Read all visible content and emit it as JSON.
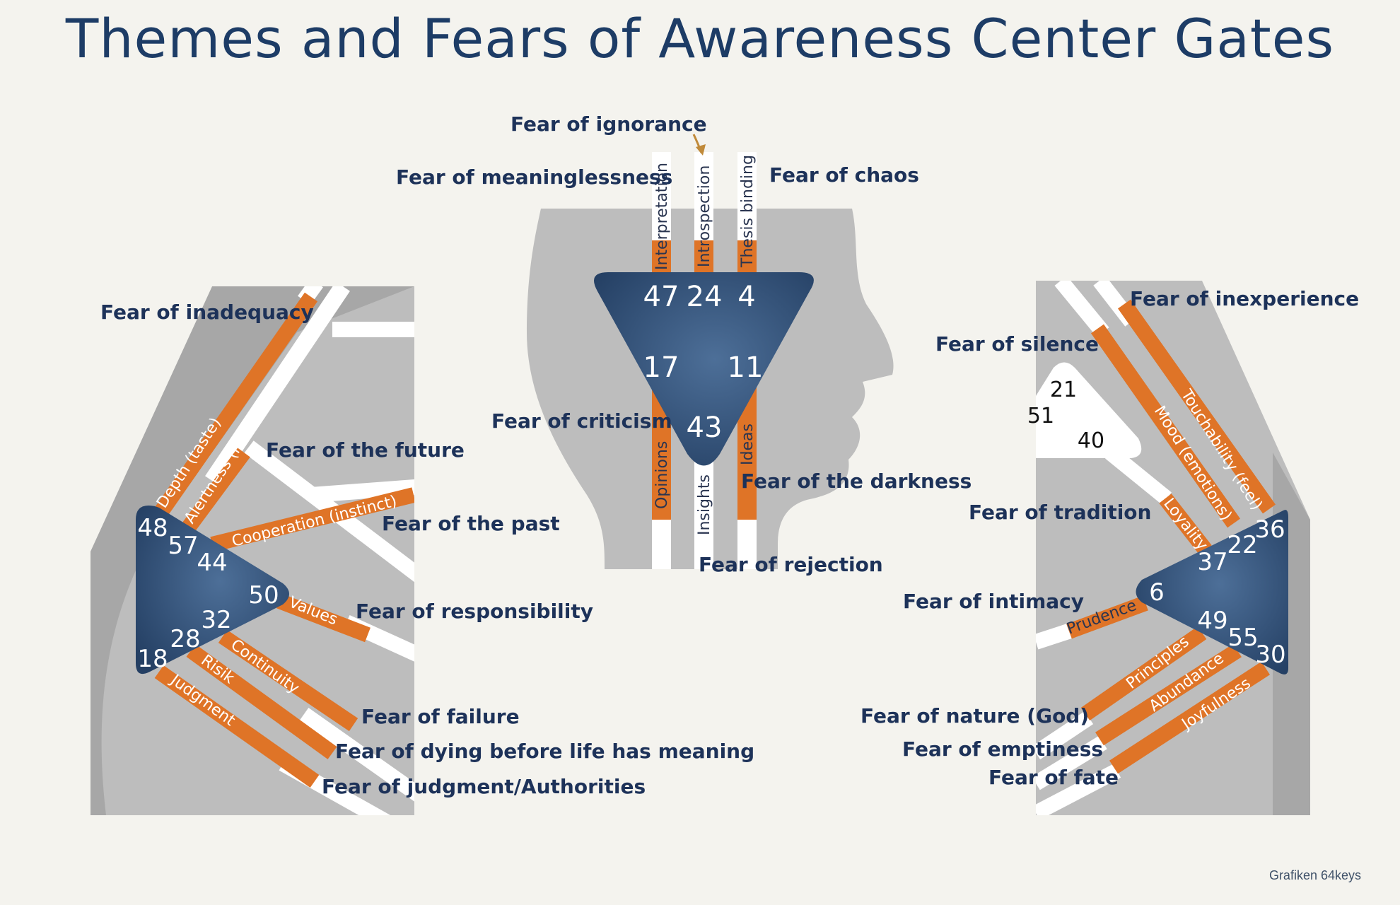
{
  "title": "Themes and Fears of Awareness Center Gates",
  "credit": "Grafiken 64keys",
  "colors": {
    "center": "#2e5078",
    "channel": "#df7427",
    "silhouette": "#bdbdbd",
    "text": "#1d3259"
  },
  "ajna": {
    "gates": [
      "47",
      "24",
      "4",
      "17",
      "11",
      "43"
    ],
    "channels": [
      "Interpretation",
      "Introspection",
      "Thesis binding",
      "Opinions",
      "Insights",
      "Ideas"
    ],
    "fears": [
      "Fear of ignorance",
      "Fear of meaninglessness",
      "Fear of chaos",
      "Fear of criticism",
      "Fear of the darkness",
      "Fear of rejection"
    ]
  },
  "spleen": {
    "gates": [
      "48",
      "57",
      "44",
      "50",
      "32",
      "28",
      "18"
    ],
    "channels": [
      "Depth (taste)",
      "Alertness (intuition)",
      "Cooperation (instinct)",
      "Values",
      "Continuity",
      "Risik",
      "Judgment"
    ],
    "fears": [
      "Fear of inadequacy",
      "Fear of the future",
      "Fear of the past",
      "Fear of responsibility",
      "Fear of failure",
      "Fear of dying before life has meaning",
      "Fear of judgment/Authorities"
    ]
  },
  "solar_plexus": {
    "gates": [
      "36",
      "22",
      "37",
      "6",
      "49",
      "55",
      "30"
    ],
    "channels": [
      "Touchability (feel)",
      "Mood (emotions)",
      "Loyality",
      "Prudence",
      "Principles",
      "Abundance",
      "Joyfulness"
    ],
    "fears": [
      "Fear of inexperience",
      "Fear of silence",
      "Fear of tradition",
      "Fear of intimacy",
      "Fear of nature (God)",
      "Fear of emptiness",
      "Fear of fate"
    ]
  },
  "heart": {
    "gates": [
      "21",
      "51",
      "40"
    ]
  }
}
